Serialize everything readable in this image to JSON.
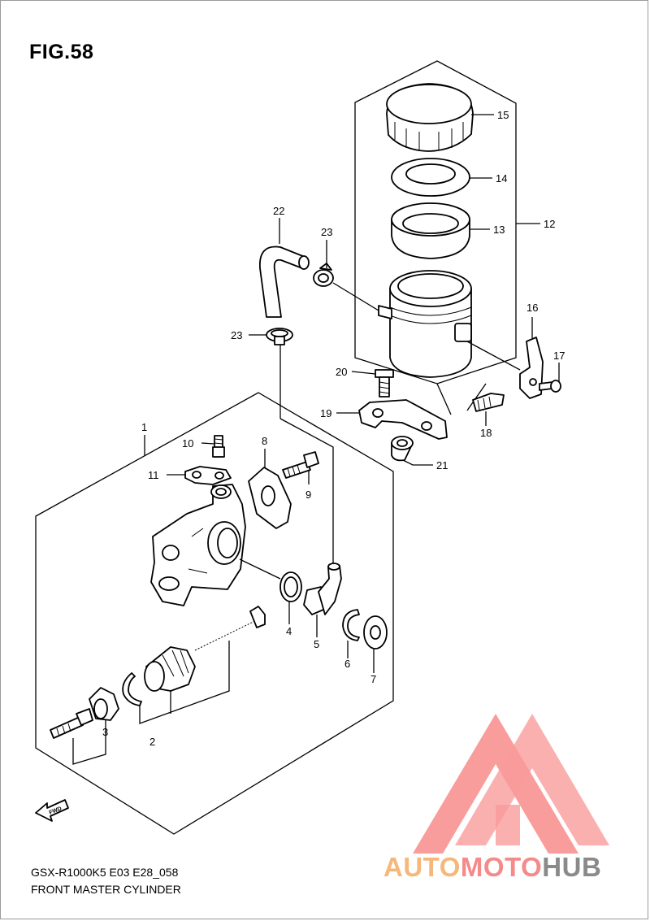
{
  "figure": {
    "title": "FIG.58"
  },
  "footer": {
    "model_code": "GSX-R1000K5 E03 E28_058",
    "part_name": "FRONT MASTER CYLINDER"
  },
  "fwd_marker": {
    "text": "FWD"
  },
  "callouts": [
    "1",
    "2",
    "3",
    "4",
    "5",
    "6",
    "7",
    "8",
    "9",
    "10",
    "11",
    "12",
    "13",
    "14",
    "15",
    "16",
    "17",
    "18",
    "19",
    "20",
    "21",
    "22",
    "23",
    "23"
  ],
  "watermark": {
    "word_part_1": "AUTO",
    "word_part_2": "MOTO",
    "word_part_3": "HUB",
    "color_1": "#f5b87a",
    "color_2": "#f48a8a",
    "color_3": "#8a8a8a",
    "logo_color": "#f77b7b"
  }
}
